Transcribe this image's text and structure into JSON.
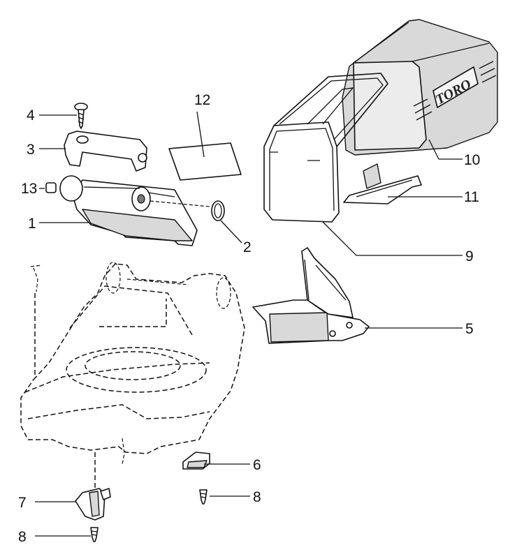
{
  "diagram": {
    "brand_logo_text": "TORO",
    "callouts": {
      "1": "1",
      "2": "2",
      "3": "3",
      "4": "4",
      "5": "5",
      "6": "6",
      "7": "7",
      "8a": "8",
      "8b": "8",
      "9": "9",
      "10": "10",
      "11": "11",
      "12": "12",
      "13": "13"
    }
  }
}
